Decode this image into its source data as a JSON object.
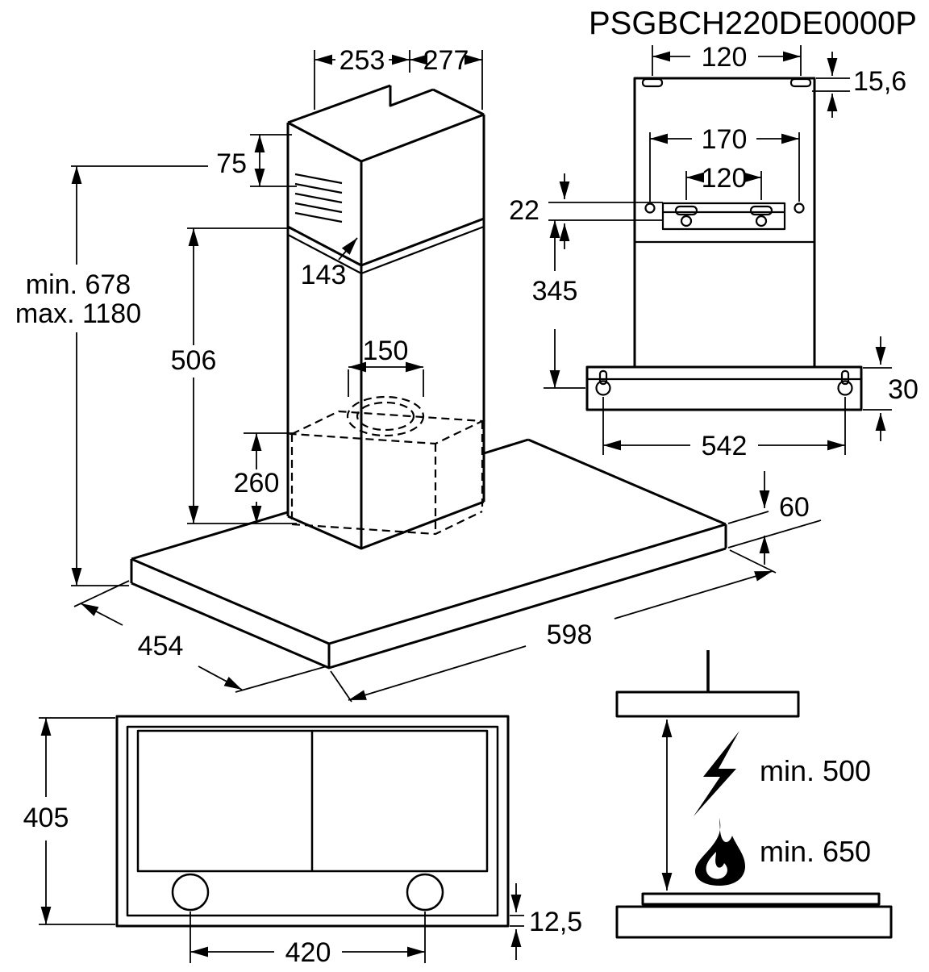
{
  "title": "PSGBCH220DE0000P",
  "iso": {
    "d253": "253",
    "d277": "277",
    "d75": "75",
    "d143": "143",
    "d506": "506",
    "d150": "150",
    "d260": "260",
    "min_height": "min. 678",
    "max_height": "max. 1180",
    "d454": "454",
    "d598": "598",
    "d60": "60"
  },
  "rear": {
    "d120_top": "120",
    "d15_6": "15,6",
    "d170": "170",
    "d120_bracket": "120",
    "d22": "22",
    "d345": "345",
    "d30": "30",
    "d542": "542"
  },
  "top": {
    "d405": "405",
    "d420": "420",
    "d12_5": "12,5"
  },
  "clearance": {
    "min_electric": "min. 500",
    "min_gas": "min. 650"
  }
}
